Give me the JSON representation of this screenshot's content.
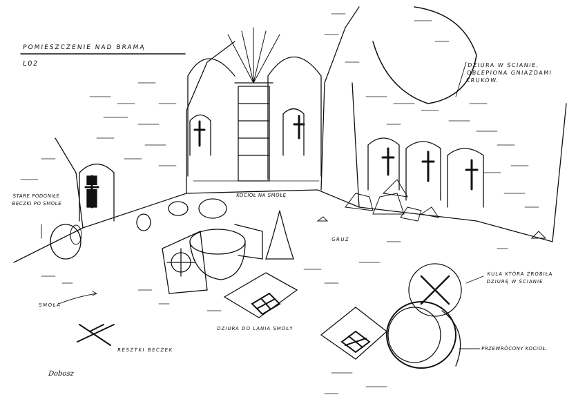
{
  "sheet": {
    "title": "Pomieszczenie nad bramą",
    "code": "L02",
    "signature": "Dobosz"
  },
  "annotations": {
    "wall_hole": [
      "Dziura w ścianie.",
      "Oblepiona gniazdami",
      "kruków."
    ],
    "old_barrels": [
      "Stare podgniłe",
      "beczki po smole"
    ],
    "tar_cauldron": "Kocioł na smołę",
    "rubble": "Gruz",
    "cannonball": [
      "Kula która zrobiła",
      "dziurę w ścianie"
    ],
    "tar": "Smoła",
    "tar_pouring_hole": "Dziura do lania smoły",
    "barrel_remains": "Resztki beczek",
    "overturned_cauldron": "Przewrócony kocioł."
  },
  "colors": {
    "ink": "#111111",
    "paper": "#ffffff"
  }
}
